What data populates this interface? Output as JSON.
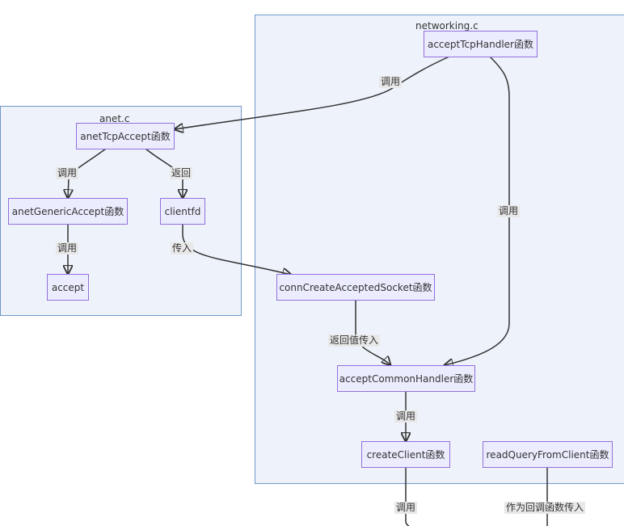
{
  "clusters": {
    "networking": {
      "title": "networking.c"
    },
    "anet": {
      "title": "anet.c"
    }
  },
  "nodes": {
    "acceptTcpHandler": "acceptTcpHandler函数",
    "anetTcpAccept": "anetTcpAccept函数",
    "anetGenericAccept": "anetGenericAccept函数",
    "clientfd": "clientfd",
    "accept": "accept",
    "connCreateAcceptedSocket": "connCreateAcceptedSocket函数",
    "acceptCommonHandler": "acceptCommonHandler函数",
    "createClient": "createClient函数",
    "readQueryFromClient": "readQueryFromClient函数"
  },
  "edge_labels": {
    "handler_to_anet": "调用",
    "handler_to_common": "调用",
    "anet_to_generic": "调用",
    "anet_to_clientfd": "返回",
    "generic_to_accept": "调用",
    "clientfd_to_conn": "传入",
    "conn_to_common": "返回值传入",
    "common_to_create": "调用",
    "create_out": "调用",
    "read_out": "作为回调函数传入"
  },
  "colors": {
    "cluster_fill": "#eef3fb",
    "cluster_border": "#6f99c6",
    "node_fill": "#ececff",
    "node_border": "#9370db",
    "edge": "#333333",
    "label_bg": "#e8e8e8"
  }
}
